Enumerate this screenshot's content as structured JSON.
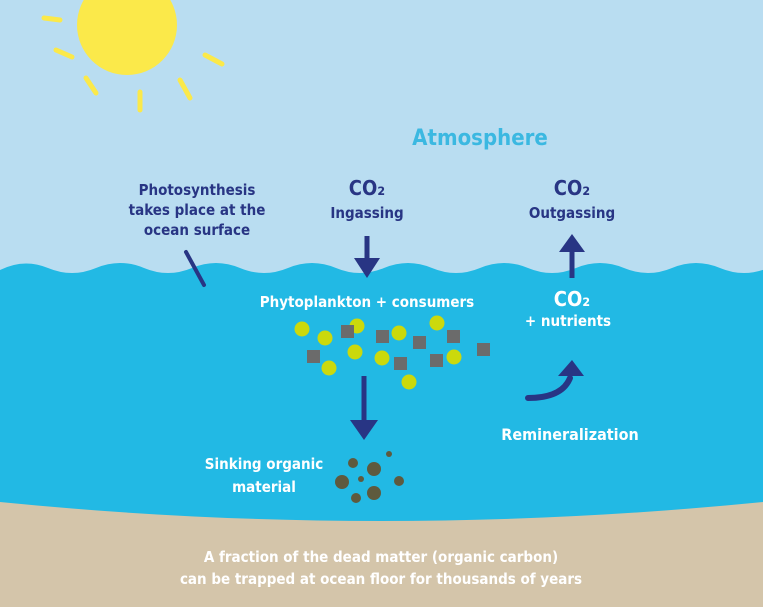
{
  "colors": {
    "sky": "#b9ddf1",
    "water": "#22b9e4",
    "sand": "#d4c5aa",
    "navy": "#283584",
    "sun": "#fbe94a",
    "atmosphere_text": "#3bb8e1",
    "plankton": "#cbd90c",
    "consumer": "#6b6b6b",
    "organic": "#5e5a3e"
  },
  "labels": {
    "atmosphere": "Atmosphere",
    "photosynthesis": [
      "Photosynthesis",
      "takes place at the",
      "ocean surface"
    ],
    "ingassing_co2": "CO₂",
    "ingassing": "Ingassing",
    "outgassing_co2": "CO₂",
    "outgassing": "Outgassing",
    "phytoplankton": "Phytoplankton + consumers",
    "nutrients_co2": "CO₂",
    "nutrients": "+ nutrients",
    "remineralization": "Remineralization",
    "sinking": [
      "Sinking organic",
      "material"
    ],
    "floor": [
      "A fraction of the dead matter (organic carbon)",
      "can be trapped at ocean floor for thousands of years"
    ]
  }
}
